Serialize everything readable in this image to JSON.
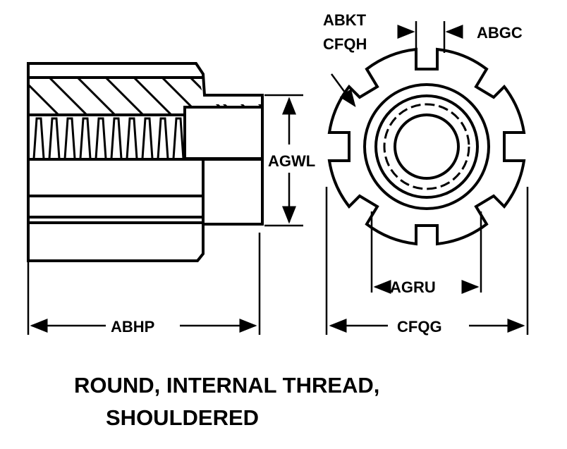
{
  "labels": {
    "abkt": "ABKT",
    "cfqh": "CFQH",
    "abgc": "ABGC",
    "agwl": "AGWL",
    "agru": "AGRU",
    "abhp": "ABHP",
    "cfqg": "CFQG"
  },
  "caption": {
    "line1": "ROUND, INTERNAL THREAD,",
    "line2": "SHOULDERED"
  }
}
